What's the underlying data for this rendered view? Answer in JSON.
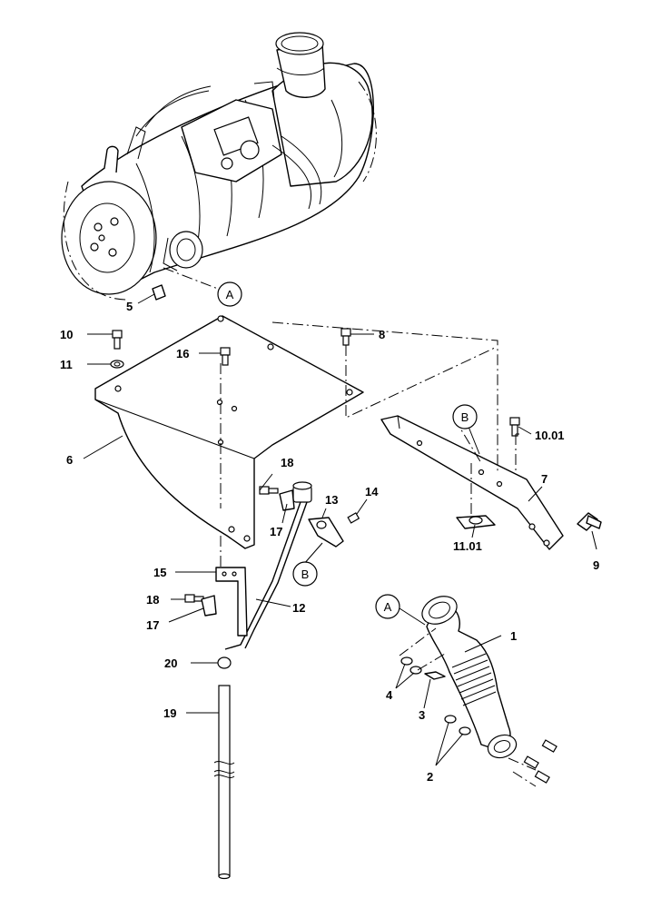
{
  "callouts": {
    "c1": "1",
    "c2": "2",
    "c3": "3",
    "c4": "4",
    "c5": "5",
    "c6": "6",
    "c7": "7",
    "c8": "8",
    "c9": "9",
    "c10": "10",
    "c10_01": "10.01",
    "c11": "11",
    "c11_01": "11.01",
    "c12": "12",
    "c13": "13",
    "c14": "14",
    "c15": "15",
    "c16": "16",
    "c17a": "17",
    "c17b": "17",
    "c18a": "18",
    "c18b": "18",
    "c19": "19",
    "c20": "20"
  },
  "reference_markers": {
    "a_top": "A",
    "a_pipe": "A",
    "b_bracket": "B",
    "b_clip": "B"
  }
}
